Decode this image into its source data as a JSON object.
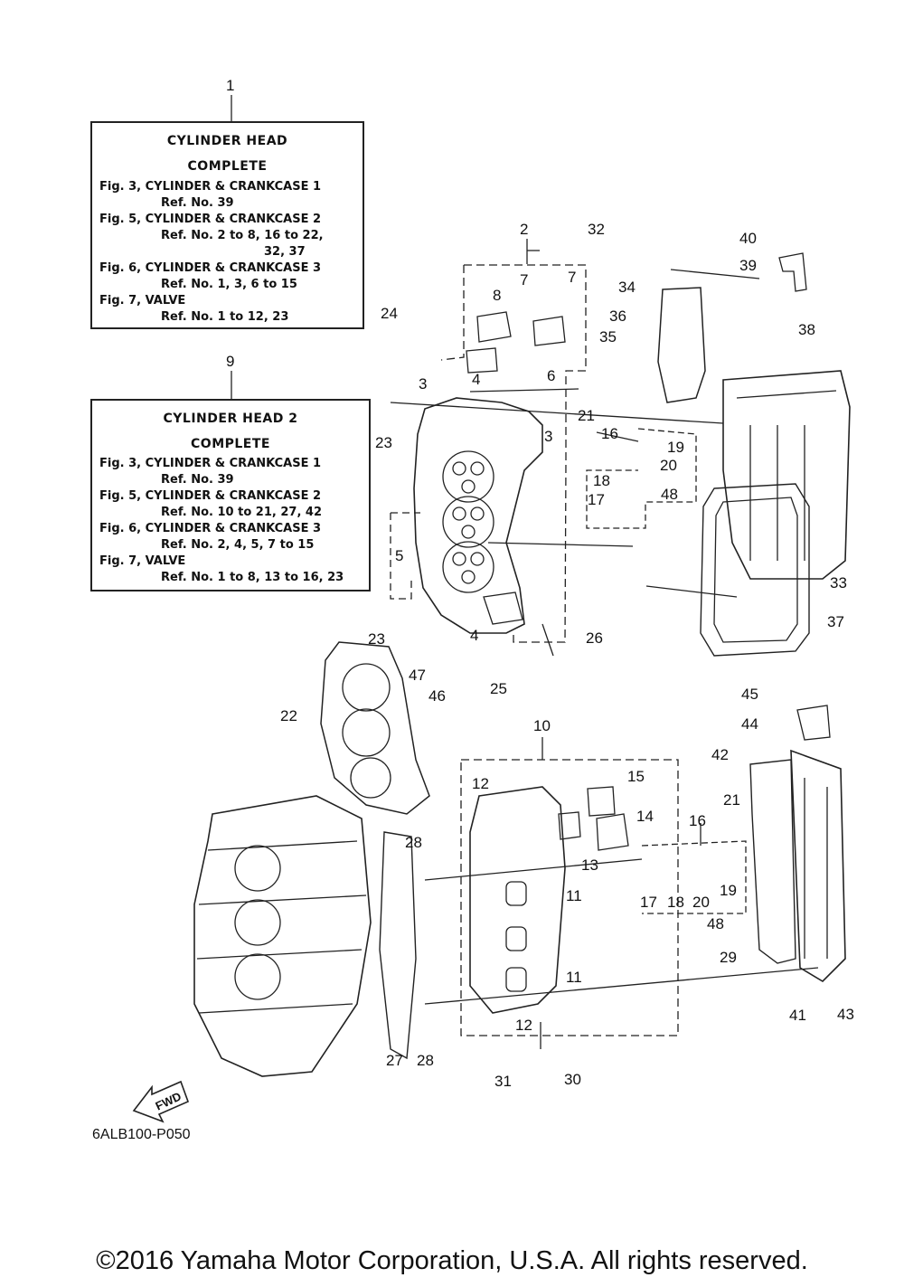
{
  "notes": [
    {
      "ref": "1",
      "title_lines": [
        "CYLINDER  HEAD",
        "COMPLETE"
      ],
      "lines": [
        "Fig. 3, CYLINDER & CRANKCASE 1",
        "Ref. No. 39",
        "Fig. 5, CYLINDER & CRANKCASE 2",
        "Ref. No. 2 to 8, 16 to 22,",
        "32, 37",
        "Fig. 6, CYLINDER & CRANKCASE 3",
        "Ref. No. 1, 3, 6 to 15",
        "Fig. 7, VALVE",
        "Ref. No. 1 to 12, 23"
      ]
    },
    {
      "ref": "9",
      "title_lines": [
        "CYLINDER  HEAD 2",
        "COMPLETE"
      ],
      "lines": [
        "Fig. 3, CYLINDER & CRANKCASE 1",
        "Ref. No. 39",
        "Fig. 5, CYLINDER & CRANKCASE 2",
        "Ref. No. 10 to 21, 27, 42",
        "Fig. 6, CYLINDER & CRANKCASE 3",
        "Ref. No. 2, 4, 5, 7 to 15",
        "Fig. 7, VALVE",
        "Ref. No. 1 to 8, 13 to 16, 23"
      ]
    }
  ],
  "callouts": [
    "2",
    "32",
    "7",
    "7",
    "8",
    "24",
    "40",
    "39",
    "34",
    "36",
    "35",
    "38",
    "3",
    "4",
    "6",
    "3",
    "21",
    "16",
    "19",
    "20",
    "18",
    "17",
    "48",
    "23",
    "5",
    "33",
    "37",
    "26",
    "23",
    "4",
    "47",
    "46",
    "25",
    "22",
    "10",
    "12",
    "15",
    "14",
    "45",
    "44",
    "42",
    "21",
    "16",
    "28",
    "13",
    "17",
    "18",
    "20",
    "19",
    "11",
    "48",
    "11",
    "29",
    "12",
    "27",
    "28",
    "31",
    "30",
    "41",
    "43"
  ],
  "fig_code": "6ALB100-P050",
  "fwd_label": "FWD",
  "copyright": "©2016 Yamaha Motor Corporation, U.S.A. All rights reserved."
}
